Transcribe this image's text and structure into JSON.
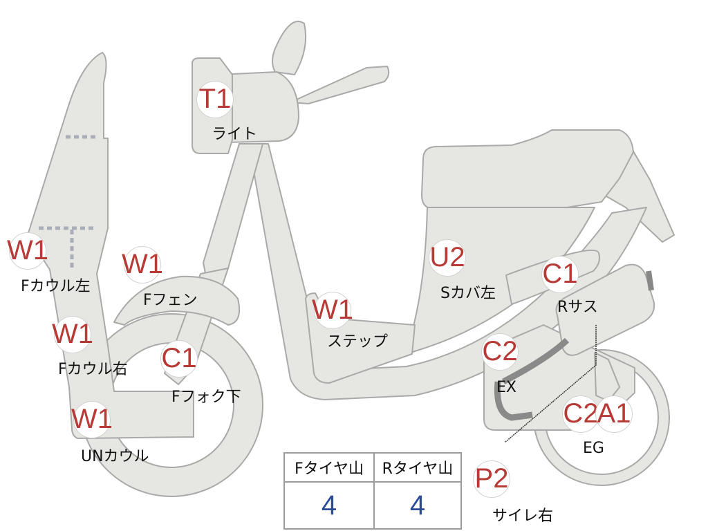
{
  "markers": [
    {
      "id": "light",
      "code": "T1",
      "label": "ライト"
    },
    {
      "id": "f-cowl-left",
      "code": "W1",
      "label": "Fカウル左"
    },
    {
      "id": "f-fender",
      "code": "W1",
      "label": "Fフェン"
    },
    {
      "id": "s-cover-left",
      "code": "U2",
      "label": "Sカバ左"
    },
    {
      "id": "r-suspension",
      "code": "C1",
      "label": "Rサス"
    },
    {
      "id": "step",
      "code": "W1",
      "label": "ステップ"
    },
    {
      "id": "f-cowl-right",
      "code": "W1",
      "label": "Fカウル右"
    },
    {
      "id": "f-fork-lower",
      "code": "C1",
      "label": "Fフォク下"
    },
    {
      "id": "exhaust",
      "code": "C2",
      "label": "EX"
    },
    {
      "id": "under-cowl",
      "code": "W1",
      "label": "UNカウル"
    },
    {
      "id": "engine-c",
      "code": "C2",
      "label": ""
    },
    {
      "id": "engine-a",
      "code": "A1",
      "label": "EG"
    },
    {
      "id": "muffler-right",
      "code": "P2",
      "label": "サイレ右"
    }
  ],
  "tread_table": {
    "headers": [
      "Fタイヤ山",
      "Rタイヤ山"
    ],
    "values": [
      "4",
      "4"
    ]
  }
}
